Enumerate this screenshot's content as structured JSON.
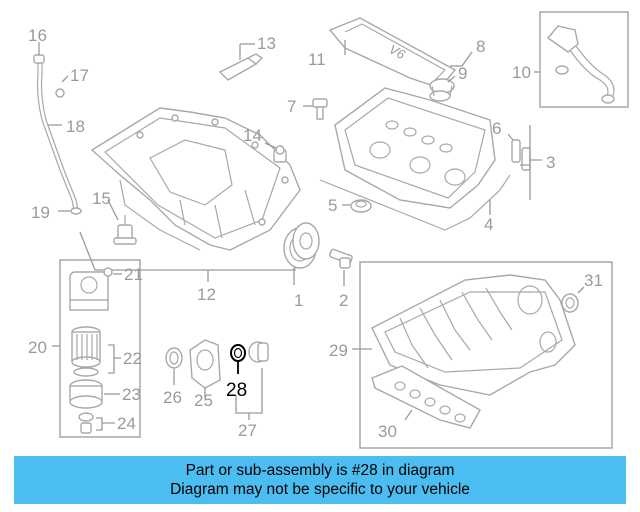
{
  "diagram": {
    "highlighted_part": "28",
    "callouts": {
      "c1": "1",
      "c2": "2",
      "c3": "3",
      "c4": "4",
      "c5": "5",
      "c6": "6",
      "c7": "7",
      "c8": "8",
      "c9": "9",
      "c10": "10",
      "c11": "11",
      "c12": "12",
      "c13": "13",
      "c14": "14",
      "c15": "15",
      "c16": "16",
      "c17": "17",
      "c18": "18",
      "c19": "19",
      "c20": "20",
      "c21": "21",
      "c22": "22",
      "c23": "23",
      "c24": "24",
      "c25": "25",
      "c26": "26",
      "c27": "27",
      "c28": "28",
      "c29": "29",
      "c30": "30",
      "c31": "31"
    },
    "engine_cover_marking": "V6"
  },
  "banner": {
    "line1": "Part or sub-assembly is #28 in diagram",
    "line2": "Diagram may not be specific to your vehicle",
    "background_color": "#4bbdf0"
  },
  "colors": {
    "linework": "#9a9a9a",
    "highlight": "#000000"
  }
}
